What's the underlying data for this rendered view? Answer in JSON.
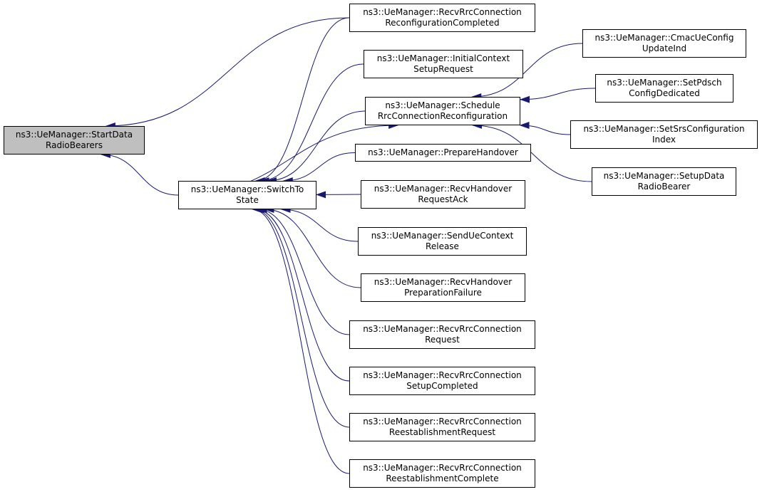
{
  "colors": {
    "edge": "#191970",
    "root_fill": "#bfbfbf",
    "node_fill": "#ffffff",
    "node_border": "#000000",
    "background": "#ffffff"
  },
  "graph": {
    "direction": "callers",
    "nodes": {
      "start_data_radio_bearers": {
        "lines": [
          "ns3::UeManager::StartData",
          "RadioBearers"
        ],
        "highlighted": true
      },
      "switch_to_state": {
        "lines": [
          "ns3::UeManager::SwitchTo",
          "State"
        ]
      },
      "recv_rrc_connection_reconfiguration_completed": {
        "lines": [
          "ns3::UeManager::RecvRrcConnection",
          "ReconfigurationCompleted"
        ]
      },
      "initial_context_setup_request": {
        "lines": [
          "ns3::UeManager::InitialContext",
          "SetupRequest"
        ]
      },
      "schedule_rrc_connection_reconfiguration": {
        "lines": [
          "ns3::UeManager::Schedule",
          "RrcConnectionReconfiguration"
        ]
      },
      "prepare_handover": {
        "lines": [
          "ns3::UeManager::PrepareHandover"
        ]
      },
      "recv_handover_request_ack": {
        "lines": [
          "ns3::UeManager::RecvHandover",
          "RequestAck"
        ]
      },
      "send_ue_context_release": {
        "lines": [
          "ns3::UeManager::SendUeContext",
          "Release"
        ]
      },
      "recv_handover_preparation_failure": {
        "lines": [
          "ns3::UeManager::RecvHandover",
          "PreparationFailure"
        ]
      },
      "recv_rrc_connection_request": {
        "lines": [
          "ns3::UeManager::RecvRrcConnection",
          "Request"
        ]
      },
      "recv_rrc_connection_setup_completed": {
        "lines": [
          "ns3::UeManager::RecvRrcConnection",
          "SetupCompleted"
        ]
      },
      "recv_rrc_connection_reestablishment_request": {
        "lines": [
          "ns3::UeManager::RecvRrcConnection",
          "ReestablishmentRequest"
        ]
      },
      "recv_rrc_connection_reestablishment_complete": {
        "lines": [
          "ns3::UeManager::RecvRrcConnection",
          "ReestablishmentComplete"
        ]
      },
      "cmac_ue_config_update_ind": {
        "lines": [
          "ns3::UeManager::CmacUeConfig",
          "UpdateInd"
        ]
      },
      "set_pdsch_config_dedicated": {
        "lines": [
          "ns3::UeManager::SetPdsch",
          "ConfigDedicated"
        ]
      },
      "set_srs_configuration_index": {
        "lines": [
          "ns3::UeManager::SetSrsConfiguration",
          "Index"
        ]
      },
      "setup_data_radio_bearer": {
        "lines": [
          "ns3::UeManager::SetupData",
          "RadioBearer"
        ]
      }
    },
    "edges": [
      {
        "from": "recv_rrc_connection_reconfiguration_completed",
        "to": "start_data_radio_bearers"
      },
      {
        "from": "switch_to_state",
        "to": "start_data_radio_bearers"
      },
      {
        "from": "recv_rrc_connection_reconfiguration_completed",
        "to": "switch_to_state"
      },
      {
        "from": "initial_context_setup_request",
        "to": "switch_to_state"
      },
      {
        "from": "schedule_rrc_connection_reconfiguration",
        "to": "switch_to_state"
      },
      {
        "from": "prepare_handover",
        "to": "switch_to_state"
      },
      {
        "from": "recv_handover_request_ack",
        "to": "switch_to_state"
      },
      {
        "from": "send_ue_context_release",
        "to": "switch_to_state"
      },
      {
        "from": "recv_handover_preparation_failure",
        "to": "switch_to_state"
      },
      {
        "from": "recv_rrc_connection_request",
        "to": "switch_to_state"
      },
      {
        "from": "recv_rrc_connection_setup_completed",
        "to": "switch_to_state"
      },
      {
        "from": "recv_rrc_connection_reestablishment_request",
        "to": "switch_to_state"
      },
      {
        "from": "recv_rrc_connection_reestablishment_complete",
        "to": "switch_to_state"
      },
      {
        "from": "switch_to_state",
        "to": "schedule_rrc_connection_reconfiguration"
      },
      {
        "from": "cmac_ue_config_update_ind",
        "to": "schedule_rrc_connection_reconfiguration"
      },
      {
        "from": "set_pdsch_config_dedicated",
        "to": "schedule_rrc_connection_reconfiguration"
      },
      {
        "from": "set_srs_configuration_index",
        "to": "schedule_rrc_connection_reconfiguration"
      },
      {
        "from": "setup_data_radio_bearer",
        "to": "schedule_rrc_connection_reconfiguration"
      }
    ]
  }
}
